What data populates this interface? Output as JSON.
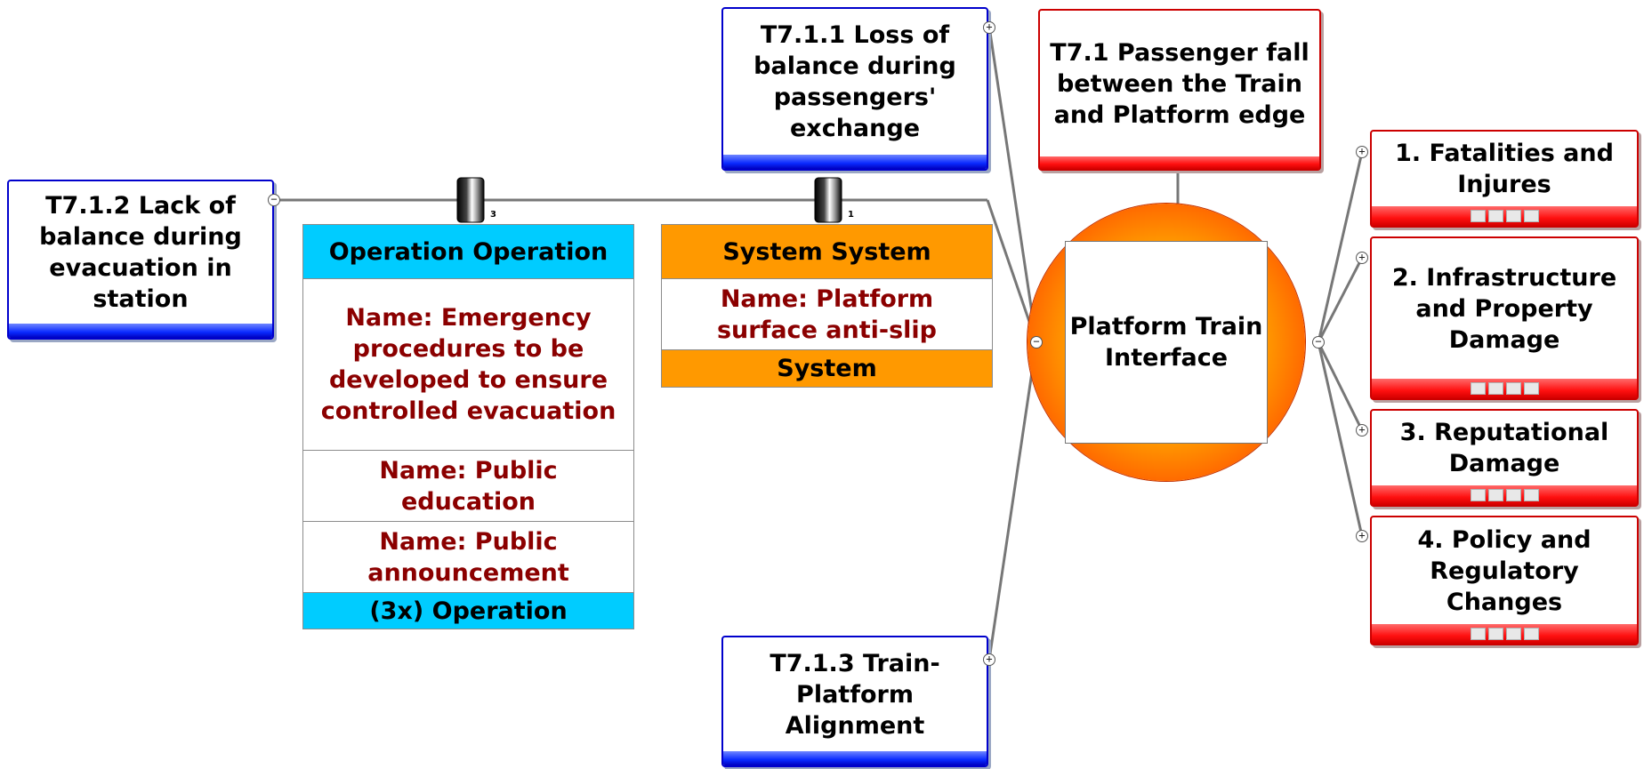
{
  "hazard": {
    "label": "Platform Train Interface"
  },
  "top_event": {
    "label": "T7.1 Passenger fall between the Train and Platform edge"
  },
  "threats": [
    {
      "id": "t711",
      "label": "T7.1.1 Loss of balance during passengers' exchange"
    },
    {
      "id": "t712",
      "label": "T7.1.2 Lack of balance during evacuation in station"
    },
    {
      "id": "t713",
      "label": "T7.1.3 Train-Platform Alignment"
    }
  ],
  "barriers": {
    "operation": {
      "header": "Operation Operation",
      "items": [
        "Name: Emergency procedures to be developed to ensure controlled evacuation",
        "Name: Public education",
        "Name: Public announcement"
      ],
      "footer": "(3x) Operation",
      "count": "3"
    },
    "system": {
      "header": "System System",
      "items": [
        "Name: Platform surface anti-slip"
      ],
      "footer": "System",
      "count": "1"
    }
  },
  "consequences": [
    {
      "label": "1. Fatalities and Injures"
    },
    {
      "label": "2. Infrastructure and Property Damage"
    },
    {
      "label": "3. Reputational Damage"
    },
    {
      "label": "4. Policy and Regulatory Changes"
    }
  ],
  "colors": {
    "threat_border": "#0000cc",
    "consequence_border": "#cc0000",
    "operation_fill": "#00ccff",
    "system_fill": "#ff9900",
    "barrier_text": "#8b0000"
  },
  "icons": {
    "expand": "plus-circle-icon",
    "collapse": "minus-circle-icon",
    "barrier": "barrier-cylinder-icon"
  }
}
